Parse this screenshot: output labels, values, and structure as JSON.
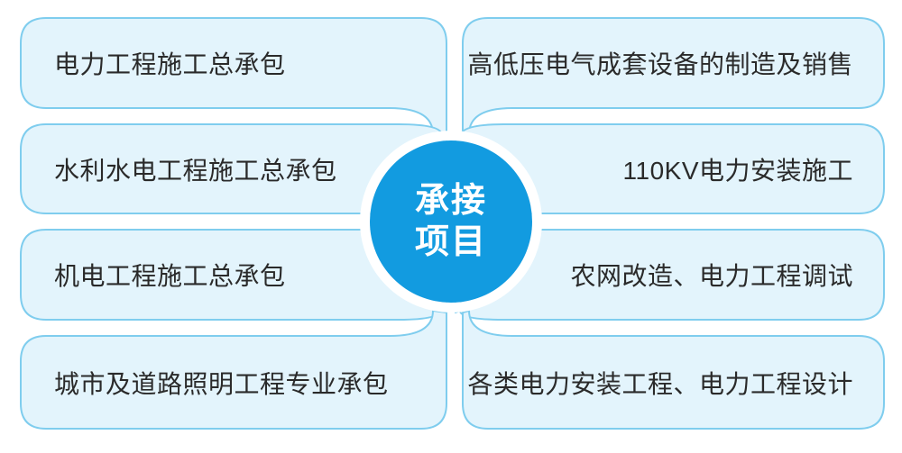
{
  "diagram": {
    "title": "承接项目",
    "center": {
      "line1": "承接",
      "line2": "项目"
    },
    "left_items": [
      {
        "label": "电力工程施工总承包"
      },
      {
        "label": "水利水电工程施工总承包"
      },
      {
        "label": "机电工程施工总承包"
      },
      {
        "label": "城市及道路照明工程专业承包"
      }
    ],
    "right_items": [
      {
        "label": "高低压电气成套设备的制造及销售"
      },
      {
        "label": "110KV电力安装施工"
      },
      {
        "label": "农网改造、电力工程调试"
      },
      {
        "label": "各类电力安装工程、电力工程设计"
      }
    ],
    "colors": {
      "circle_blue": "#129be0",
      "box_fill": "#e3f4fc",
      "box_border": "#7fcdee",
      "text": "#2a2a2a",
      "circle_text": "#ffffff"
    }
  }
}
